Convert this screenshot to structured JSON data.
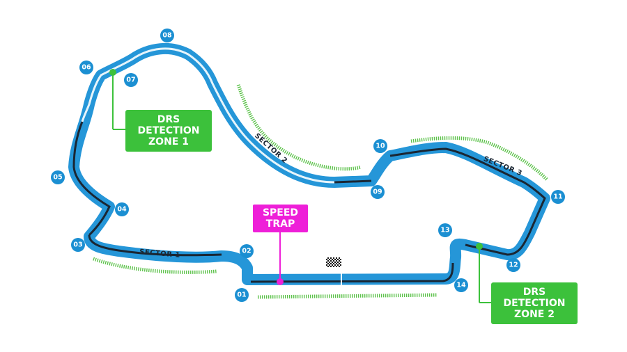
{
  "colors": {
    "track": "#2596d8",
    "track_inner": "#d9eef9",
    "drs_line": "#1a2633",
    "drs_box": "#3cc13b",
    "speed_trap": "#ee1fd8",
    "turn_marker": "#1b8fd2",
    "runoff": "#5cc24a"
  },
  "turns": [
    "01",
    "02",
    "03",
    "04",
    "05",
    "06",
    "07",
    "08",
    "09",
    "10",
    "11",
    "12",
    "13",
    "14"
  ],
  "sectors": [
    "SECTOR 1",
    "SECTOR 2",
    "SECTOR 3"
  ],
  "drs_zone_1": [
    "DRS",
    "DETECTION",
    "ZONE 1"
  ],
  "drs_zone_2": [
    "DRS",
    "DETECTION",
    "ZONE 2"
  ],
  "speed_trap": [
    "SPEED",
    "TRAP"
  ],
  "icons": {
    "finish_flag": "checkered-flag-icon",
    "start_line": "start-line-icon"
  }
}
